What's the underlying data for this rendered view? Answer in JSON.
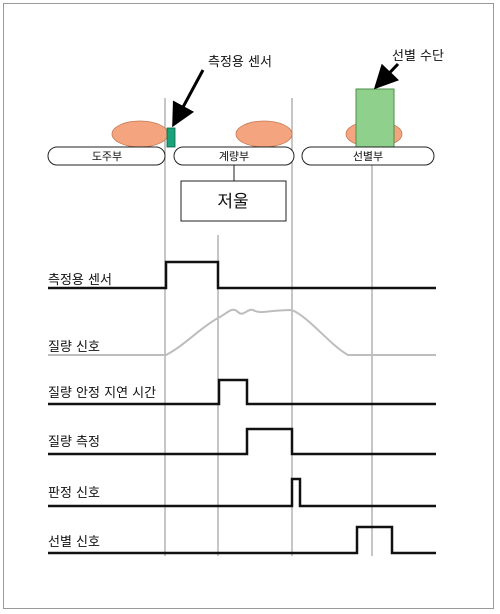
{
  "callouts": {
    "sensor": "측정용 센서",
    "sorter": "선별 수단"
  },
  "conveyors": {
    "infeed": "도주부",
    "weighing": "계량부",
    "sorting": "선별부"
  },
  "scale_label": "저울",
  "signals": [
    {
      "key": "sensor",
      "label": "측정용 센서"
    },
    {
      "key": "weight",
      "label": "질량 신호"
    },
    {
      "key": "delay",
      "label": "질량 안정 지연 시간"
    },
    {
      "key": "measure",
      "label": "질량 측정"
    },
    {
      "key": "judge",
      "label": "판정 신호"
    },
    {
      "key": "sort",
      "label": "선별 신호"
    }
  ],
  "colors": {
    "product": "#f4a47e",
    "sensor": "#1aa37a",
    "sorter": "#8fd08c",
    "line": "#111111",
    "guide": "#8c8c8c",
    "analog": "#bdbdbd"
  }
}
